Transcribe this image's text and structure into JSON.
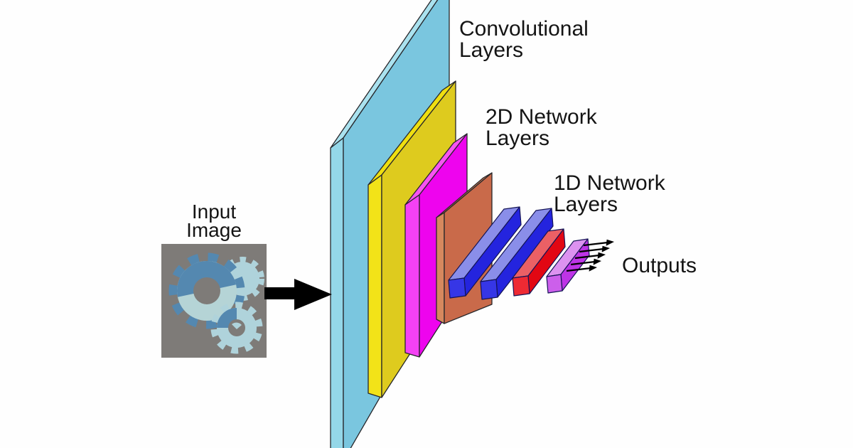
{
  "figure": {
    "title": "Neural network architecture diagram",
    "background": "#fefefe",
    "input": {
      "label_line1": "Input",
      "label_line2": "Image",
      "image_content": "gears-illustration"
    },
    "stages": {
      "convolutional": {
        "label_line1": "Convolutional",
        "label_line2": "Layers"
      },
      "network2d": {
        "label_line1": "2D Network",
        "label_line2": "Layers"
      },
      "network1d": {
        "label_line1": "1D Network",
        "label_line2": "Layers"
      },
      "outputs": {
        "label": "Outputs",
        "arrow_count": 5
      }
    },
    "layers": [
      {
        "name": "conv-sheet-cyan",
        "stage": "convolutional",
        "color_front": "#7AC6DF",
        "color_side": "#94D7E8",
        "color_top": "#AAE2EF"
      },
      {
        "name": "sheet-yellow",
        "stage": "network2d",
        "color_front": "#DECB1E",
        "color_side": "#F2E318",
        "color_top": "#EFDF10"
      },
      {
        "name": "sheet-magenta",
        "stage": "network2d",
        "color_front": "#EE04EE",
        "color_side": "#F441F4",
        "color_top": "#F754F2"
      },
      {
        "name": "sheet-orange",
        "stage": "network2d",
        "color_front": "#C96A4A",
        "color_side": "#D6885E",
        "color_top": "#D07C55"
      },
      {
        "name": "bar-blue-1",
        "stage": "network1d",
        "color_front": "#2424DE",
        "color_top": "#8A8EE9",
        "color_cap": "#3636E6"
      },
      {
        "name": "bar-blue-2",
        "stage": "network1d",
        "color_front": "#2424DE",
        "color_top": "#8A8EE9",
        "color_cap": "#3636E6"
      },
      {
        "name": "bar-red",
        "stage": "network1d",
        "color_front": "#E20713",
        "color_top": "#EB6065",
        "color_cap": "#EE2A33"
      },
      {
        "name": "bar-violet",
        "stage": "network1d",
        "color_front": "#BE34E6",
        "color_top": "#DC92F0",
        "color_cap": "#CC5FEB"
      }
    ],
    "colors": {
      "outline": "#26262a",
      "bar_outline": "#141456",
      "arrow": "#000000",
      "text": "#141414",
      "image_bg": "#7E7B78",
      "gear_body_light": "#B5D4D6",
      "gear_dark": "#5488B0",
      "gear_pale": "#AFD3DB"
    }
  }
}
